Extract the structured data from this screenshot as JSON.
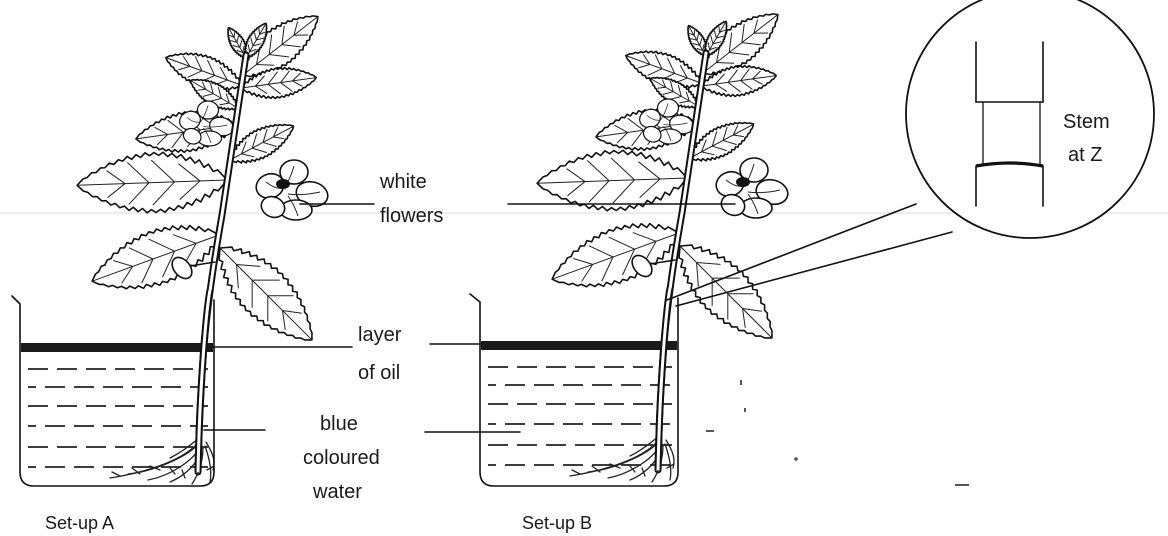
{
  "labels": {
    "white_flowers": [
      "white",
      "flowers"
    ],
    "layer_of_oil": [
      "layer",
      "of oil"
    ],
    "blue_coloured_water": [
      "blue",
      "coloured",
      "water"
    ],
    "stem_at_z": [
      "Stem",
      "at Z"
    ]
  },
  "setups": [
    "Set-up A",
    "Set-up B"
  ]
}
